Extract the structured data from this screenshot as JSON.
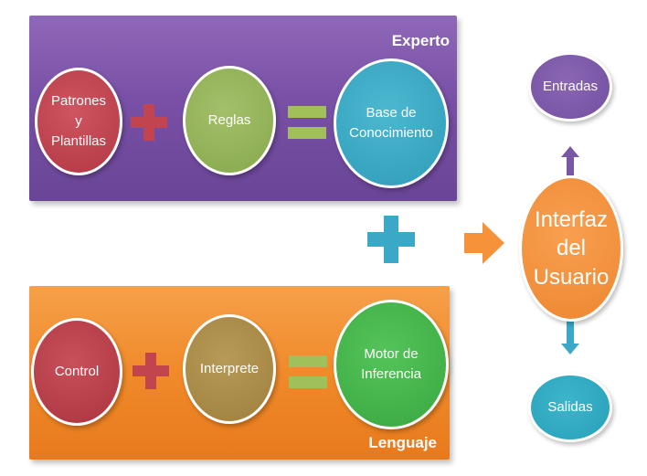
{
  "colors": {
    "experto_panel": "#7850a6",
    "lenguaje_panel": "#f08a2a",
    "plus_red": "#c1444e",
    "equals_green": "#a2c05a",
    "plus_blue": "#3aa8c6",
    "arrow_orange": "#f5923a",
    "arrow_purple": "#7a56a6",
    "arrow_blue": "#3aa8c6"
  },
  "experto": {
    "title": "Experto",
    "patrones": [
      "Patrones",
      "y",
      "Plantillas"
    ],
    "reglas": "Reglas",
    "base": [
      "Base de",
      "Conocimiento"
    ]
  },
  "lenguaje": {
    "title": "Lenguaje",
    "control": "Control",
    "interprete": "Interprete",
    "motor": [
      "Motor de",
      "Inferencia"
    ]
  },
  "interfaz": [
    "Interfaz",
    "del",
    "Usuario"
  ],
  "entradas": "Entradas",
  "salidas": "Salidas"
}
